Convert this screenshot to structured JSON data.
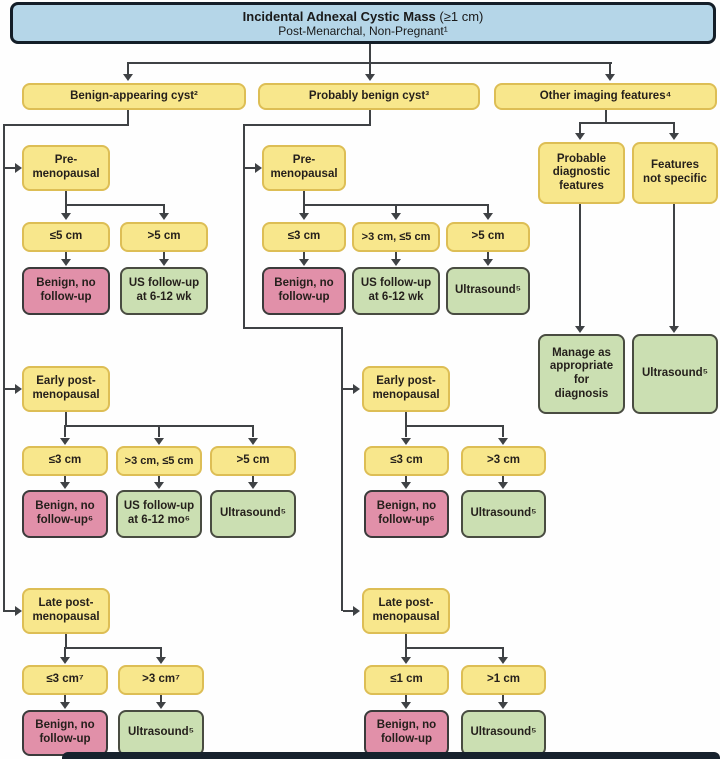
{
  "flow": {
    "root": {
      "title_bold": "Incidental Adnexal Cystic Mass",
      "title_suffix": " (≥1 cm)",
      "subtitle": "Post-Menarchal, Non-Pregnant¹"
    },
    "branch1": {
      "label": "Benign-appearing cyst²",
      "pre": {
        "label": "Pre-\nmenopausal",
        "c1": "≤5 cm",
        "c2": ">5 cm",
        "r1": "Benign, no\nfollow-up",
        "r2": "US follow-up\nat 6-12 wk"
      },
      "early": {
        "label": "Early post-\nmenopausal",
        "c1": "≤3 cm",
        "c2": ">3 cm, ≤5 cm",
        "c3": ">5 cm",
        "r1": "Benign, no\nfollow-up⁶",
        "r2": "US follow-up\nat 6-12 mo⁶",
        "r3": "Ultrasound⁵"
      },
      "late": {
        "label": "Late post-\nmenopausal",
        "c1": "≤3 cm⁷",
        "c2": ">3 cm⁷",
        "r1": "Benign, no\nfollow-up",
        "r2": "Ultrasound⁵"
      }
    },
    "branch2": {
      "label": "Probably benign cyst³",
      "pre": {
        "label": "Pre-\nmenopausal",
        "c1": "≤3 cm",
        "c2": ">3 cm, ≤5 cm",
        "c3": ">5 cm",
        "r1": "Benign, no\nfollow-up",
        "r2": "US follow-up\nat 6-12 wk",
        "r3": "Ultrasound⁵"
      },
      "early": {
        "label": "Early post-\nmenopausal",
        "c1": "≤3 cm",
        "c2": ">3 cm",
        "r1": "Benign, no\nfollow-up⁶",
        "r2": "Ultrasound⁵"
      },
      "late": {
        "label": "Late post-\nmenopausal",
        "c1": "≤1 cm",
        "c2": ">1 cm",
        "r1": "Benign, no\nfollow-up",
        "r2": "Ultrasound⁵"
      }
    },
    "branch3": {
      "label": "Other imaging features⁴",
      "left": {
        "label": "Probable\ndiagnostic\nfeatures",
        "result": "Manage as\nappropriate\nfor\ndiagnosis"
      },
      "right": {
        "label": "Features\nnot specific",
        "result": "Ultrasound⁵"
      }
    }
  },
  "colors": {
    "header_fill": "#b5d6e8",
    "header_border": "#141e28",
    "decision_fill": "#f8e78c",
    "decision_border": "#ddbe55",
    "stop_fill": "#e190a9",
    "action_fill": "#cbdfb2",
    "connector": "#3f4245"
  }
}
